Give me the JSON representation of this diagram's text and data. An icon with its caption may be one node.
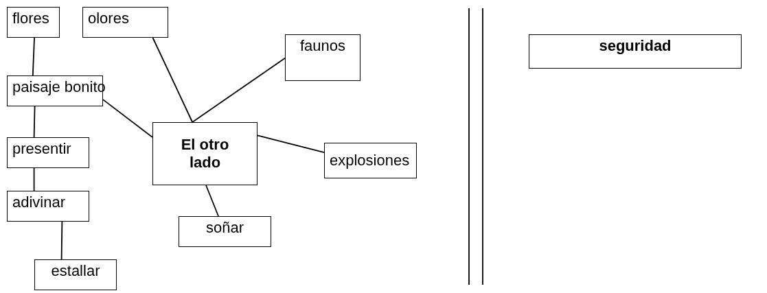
{
  "diagram": {
    "nodes": [
      {
        "text": [
          "flores"
        ]
      },
      {
        "text": [
          "olores"
        ]
      },
      {
        "text": [
          "faunos"
        ]
      },
      {
        "text": [
          "paisaje bonito"
        ]
      },
      {
        "text": [
          "El otro lado"
        ]
      },
      {
        "text": [
          "presentir"
        ]
      },
      {
        "text": [
          "explosiones"
        ]
      },
      {
        "text": [
          "adivinar"
        ]
      },
      {
        "text": [
          "soñar"
        ]
      },
      {
        "text": [
          "estallar"
        ]
      },
      {
        "text": [
          "seguridad"
        ]
      }
    ],
    "edges": [
      {
        "from": 0,
        "to": 3,
        "arrow": "none"
      },
      {
        "from": 1,
        "to": 4,
        "arrow": "none"
      },
      {
        "from": 2,
        "to": 4,
        "arrow": "none"
      },
      {
        "from": 3,
        "to": 4,
        "arrow": "none"
      },
      {
        "from": 4,
        "to": 6,
        "arrow": "none"
      },
      {
        "from": 3,
        "to": 5,
        "arrow": "none"
      },
      {
        "from": 5,
        "to": 7,
        "arrow": "none"
      },
      {
        "from": 7,
        "to": 9,
        "arrow": "none"
      },
      {
        "from": 4,
        "to": 8,
        "arrow": "none"
      }
    ]
  }
}
